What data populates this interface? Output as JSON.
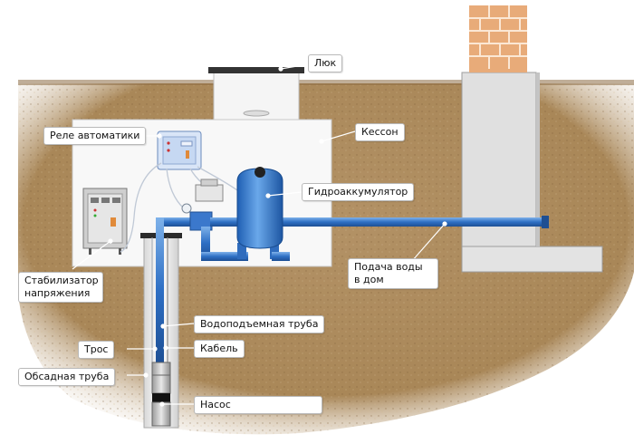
{
  "colors": {
    "soil": "#b08f62",
    "soil_dark": "#8d6c43",
    "caisson": "#f8f8f8",
    "pipe": "#2e6fc4",
    "pipe_light": "#7fb2ea",
    "brick": "#e6a673",
    "foundation": "#d9d9d9"
  },
  "labels": {
    "hatch": "Люк",
    "caisson": "Кессон",
    "relay": "Реле автоматики",
    "accumulator": "Гидроаккумулятор",
    "stabilizer_line1": "Стабилизатор",
    "stabilizer_line2": "напряжения",
    "water_supply_line1": "Подача воды",
    "water_supply_line2": "в дом",
    "riser_pipe": "Водоподъемная труба",
    "rope": "Трос",
    "cable": "Кабель",
    "casing_pipe": "Обсадная труба",
    "pump": "Насос"
  }
}
